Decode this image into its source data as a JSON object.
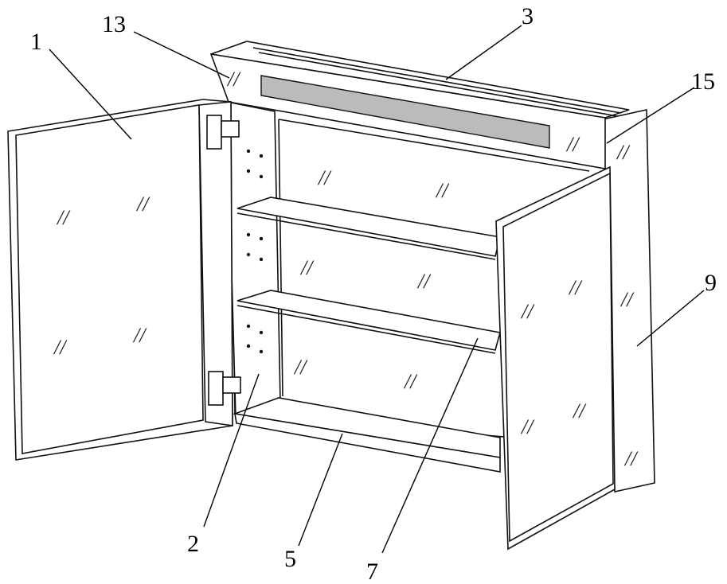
{
  "labels": {
    "door_left": "1",
    "top_box": "13",
    "top_rail": "3",
    "side_strip": "15",
    "side_panel": "9",
    "hinge_side": "2",
    "bottom_plate": "5",
    "shelf": "7"
  },
  "glass_mark": "//"
}
